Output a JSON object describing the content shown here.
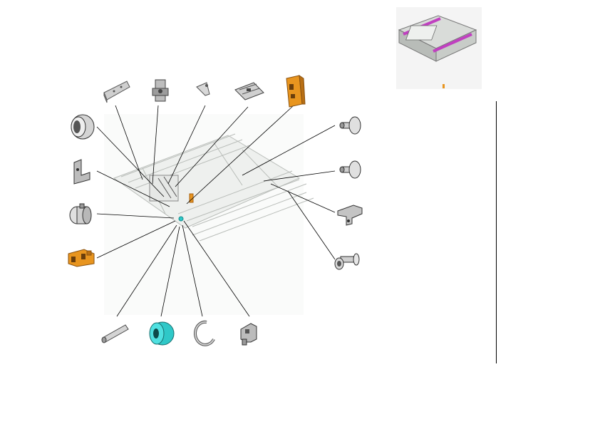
{
  "diagram": {
    "type": "exploded-parts-view",
    "colors": {
      "frame": "#d8dcd8",
      "frame_edge": "#9aa09a",
      "callout_line": "#000000",
      "orange_part": "#e8951f",
      "cyan_part": "#2fc8c8",
      "gray_part": "#c8c8c8",
      "dark_part": "#555555",
      "magenta_accent": "#c040c0"
    },
    "parts": [
      {
        "id": "bracket-plate",
        "icon": "flat-bracket-icon"
      },
      {
        "id": "clamp-block",
        "icon": "clamp-icon"
      },
      {
        "id": "lever-clip",
        "icon": "lever-icon"
      },
      {
        "id": "sensor-board",
        "icon": "board-icon"
      },
      {
        "id": "orange-holder",
        "icon": "orange-holder-icon"
      },
      {
        "id": "roller-ring",
        "icon": "ring-icon"
      },
      {
        "id": "mount-bracket",
        "icon": "bracket-icon"
      },
      {
        "id": "gear-bushing",
        "icon": "bushing-icon"
      },
      {
        "id": "orange-connector",
        "icon": "orange-connector-icon"
      },
      {
        "id": "pin-shaft",
        "icon": "pin-icon"
      },
      {
        "id": "cyan-bearing",
        "icon": "bearing-icon"
      },
      {
        "id": "e-ring",
        "icon": "e-ring-icon"
      },
      {
        "id": "latch-bracket",
        "icon": "latch-icon"
      },
      {
        "id": "shoulder-screw-1",
        "icon": "screw-icon"
      },
      {
        "id": "shoulder-screw-2",
        "icon": "screw-icon"
      },
      {
        "id": "angle-bracket",
        "icon": "angle-bracket-icon"
      },
      {
        "id": "flange-screw",
        "icon": "flange-screw-icon"
      }
    ]
  }
}
